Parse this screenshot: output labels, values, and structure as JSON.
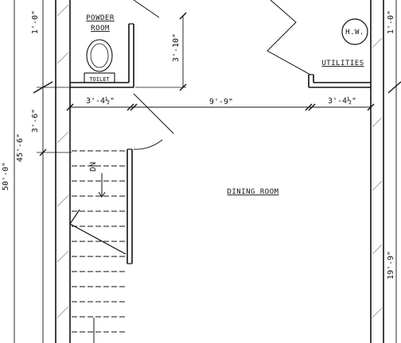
{
  "rooms": {
    "powder_line1": "POWDER",
    "powder_line2": "ROOM",
    "toilet": "TOILET",
    "utilities": "UTILITIES",
    "water_heater": "H.W.",
    "dining": "DINING ROOM",
    "stair_dn": "DN"
  },
  "dimensions": {
    "left_powder_width": "3'-4½\"",
    "middle_width": "9'-9\"",
    "right_utilities_width": "3'-4½\"",
    "powder_depth": "3'-10\"",
    "top_left": "1'-0\"",
    "top_right": "1'-0\"",
    "stair_offset": "3'-6\"",
    "overall_inner": "45'-6\"",
    "overall_outer": "50'-0\"",
    "right_dining": "19'-9\""
  }
}
